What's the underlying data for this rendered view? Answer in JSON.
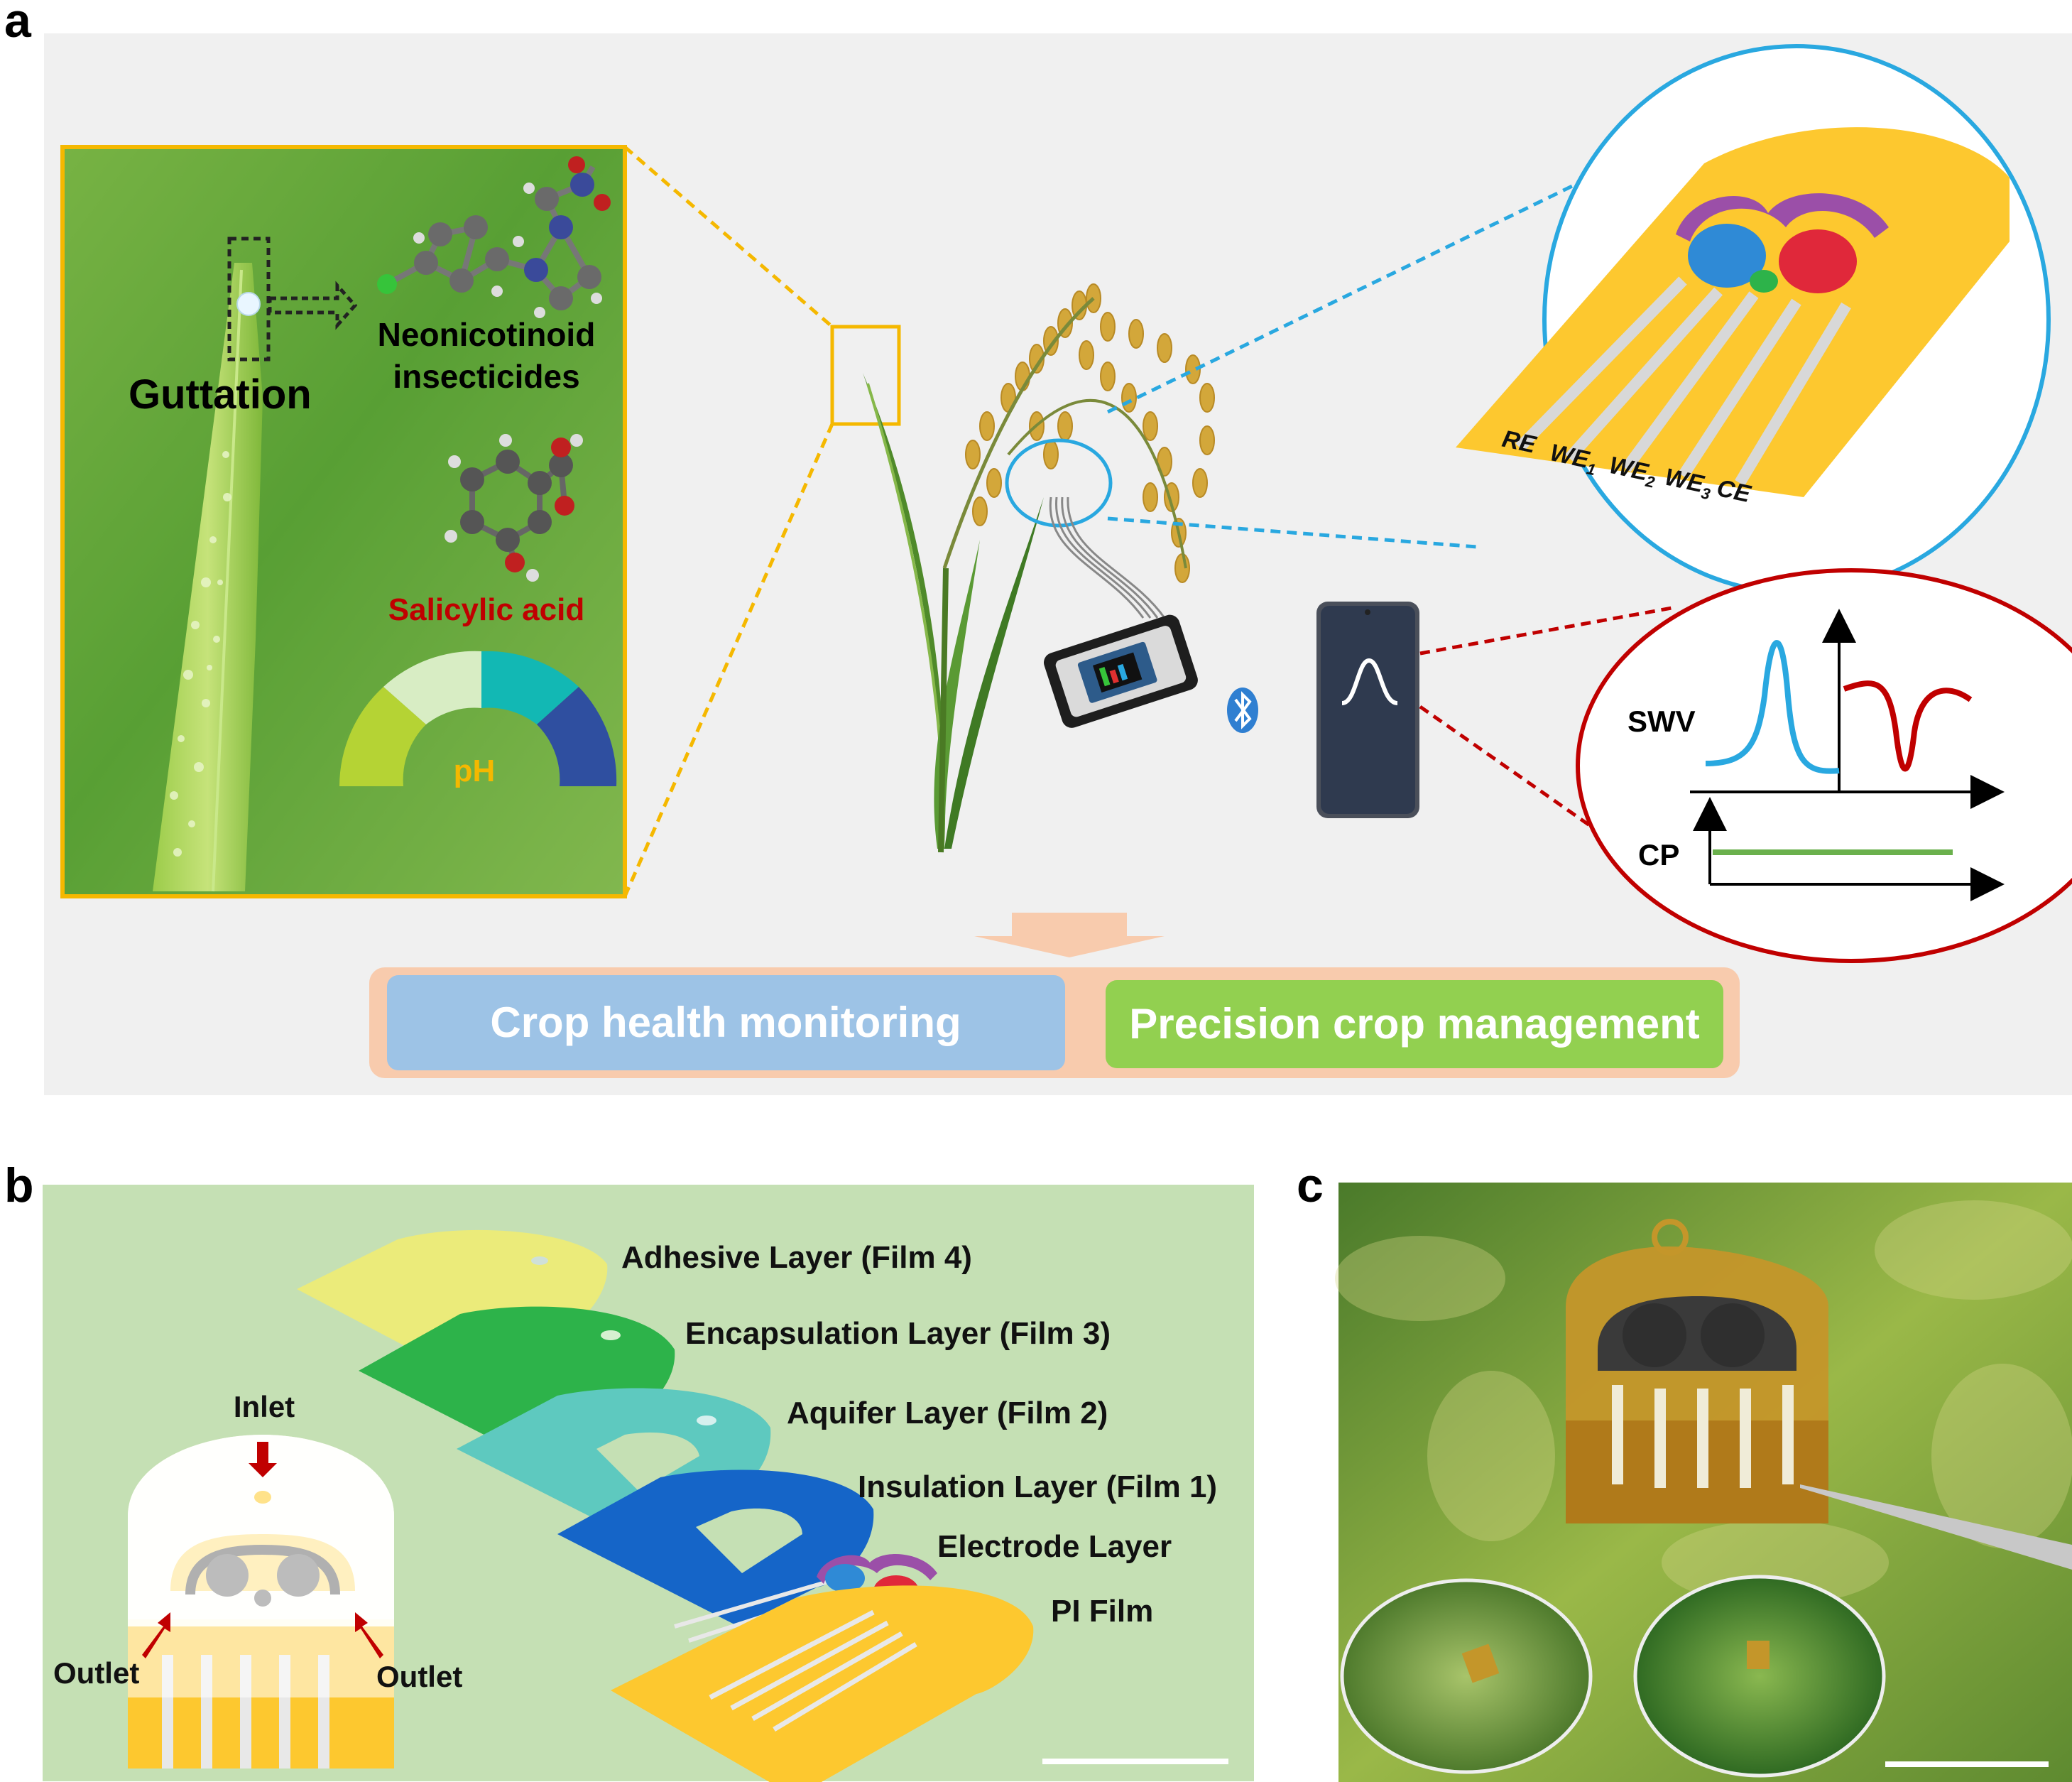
{
  "panels": {
    "a": {
      "letter": "a"
    },
    "b": {
      "letter": "b"
    },
    "c": {
      "letter": "c"
    }
  },
  "panel_a": {
    "guttation_label": "Guttation",
    "neonicotinoid_line1": "Neonicotinoid",
    "neonicotinoid_line2": "insecticides",
    "salicylic_label": "Salicylic acid",
    "ph_label": "pH",
    "electrode_labels": {
      "re": "RE",
      "we1": "WE",
      "we1_sub": "1",
      "we2": "WE",
      "we2_sub": "2",
      "we3": "WE",
      "we3_sub": "3",
      "ce": "CE"
    },
    "swv_label": "SWV",
    "cp_label": "CP",
    "outcome_left": "Crop health monitoring",
    "outcome_right": "Precision crop management"
  },
  "panel_b": {
    "layers": [
      {
        "label": "Adhesive Layer (Film 4)",
        "color": "#ebeb7a"
      },
      {
        "label": "Encapsulation Layer (Film 3)",
        "color": "#2db34a"
      },
      {
        "label": "Aquifer Layer (Film 2)",
        "color": "#5ec9bf"
      },
      {
        "label": "Insulation Layer (Film 1)",
        "color": "#1565c8"
      },
      {
        "label": "Electrode Layer",
        "color": "#9b4fa8"
      },
      {
        "label": "PI Film",
        "color": "#fdc82f"
      }
    ],
    "inlet_label": "Inlet",
    "outlet_left": "Outlet",
    "outlet_right": "Outlet"
  },
  "colors": {
    "panel_a_bg": "#f0f0f0",
    "panel_b_bg": "#c5e0b4",
    "gold": "#f5b800",
    "blue_line": "#29a8e0",
    "red_line": "#c00000",
    "outcome_blue": "#9dc3e6",
    "outcome_green": "#92d050",
    "outcome_frame": "#f8cbad",
    "salicylic_red": "#c00000"
  },
  "icons": [
    "bluetooth-icon",
    "smartphone-icon",
    "potentiostat-icon",
    "rice-plant-icon",
    "molecule-icon",
    "tweezers-icon"
  ]
}
